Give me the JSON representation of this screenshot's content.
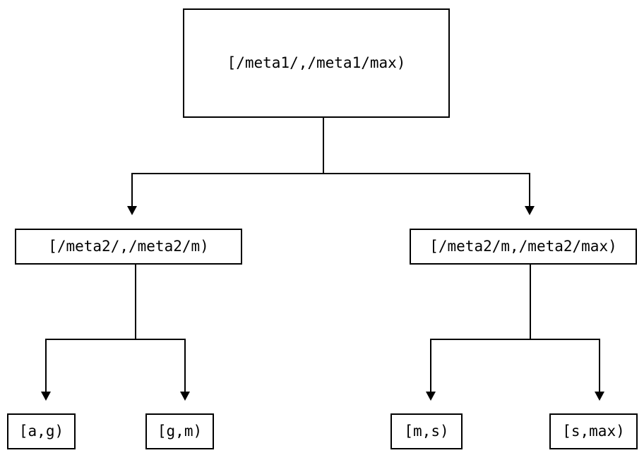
{
  "diagram": {
    "type": "tree",
    "orientation": "top-down",
    "background_color": "#ffffff",
    "line_color": "#000000",
    "text_color": "#000000",
    "nodes": {
      "root": {
        "label": "[/meta1/,/meta1/max)",
        "level": 0
      },
      "level2": [
        {
          "label": "[/meta2/,/meta2/m)",
          "level": 1
        },
        {
          "label": "[/meta2/m,/meta2/max)",
          "level": 1
        }
      ],
      "leaves": [
        {
          "label": "[a,g)",
          "level": 2
        },
        {
          "label": "[g,m)",
          "level": 2
        },
        {
          "label": "[m,s)",
          "level": 2
        },
        {
          "label": "[s,max)",
          "level": 2
        }
      ]
    },
    "edges": [
      {
        "from": "[/meta1/,/meta1/max)",
        "to": "[/meta2/,/meta2/m)",
        "arrow": "down"
      },
      {
        "from": "[/meta1/,/meta1/max)",
        "to": "[/meta2/m,/meta2/max)",
        "arrow": "down"
      },
      {
        "from": "[/meta2/,/meta2/m)",
        "to": "[a,g)",
        "arrow": "down"
      },
      {
        "from": "[/meta2/,/meta2/m)",
        "to": "[g,m)",
        "arrow": "down"
      },
      {
        "from": "[/meta2/m,/meta2/max)",
        "to": "[m,s)",
        "arrow": "down"
      },
      {
        "from": "[/meta2/m,/meta2/max)",
        "to": "[s,max)",
        "arrow": "down"
      }
    ]
  }
}
